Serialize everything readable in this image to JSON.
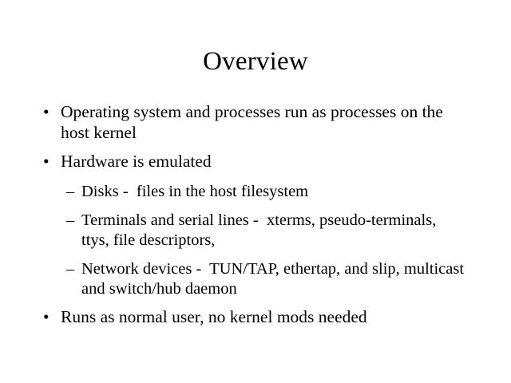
{
  "slide": {
    "title": "Overview",
    "background_color": "#ffffff",
    "text_color": "#000000",
    "bullet_glyph_level1": "•",
    "bullet_glyph_level2": "–",
    "items": [
      {
        "level": 1,
        "text": "Operating system and processes run as processes on the host kernel"
      },
      {
        "level": 1,
        "text": "Hardware is emulated"
      },
      {
        "level": 2,
        "text": "Disks -  files in the host filesystem"
      },
      {
        "level": 2,
        "text": "Terminals and serial lines -  xterms, pseudo-terminals, ttys, file descriptors,"
      },
      {
        "level": 2,
        "text": "Network devices -  TUN/TAP, ethertap, and slip, multicast and switch/hub daemon"
      },
      {
        "level": 1,
        "text": "Runs as normal user, no kernel mods needed"
      }
    ]
  }
}
